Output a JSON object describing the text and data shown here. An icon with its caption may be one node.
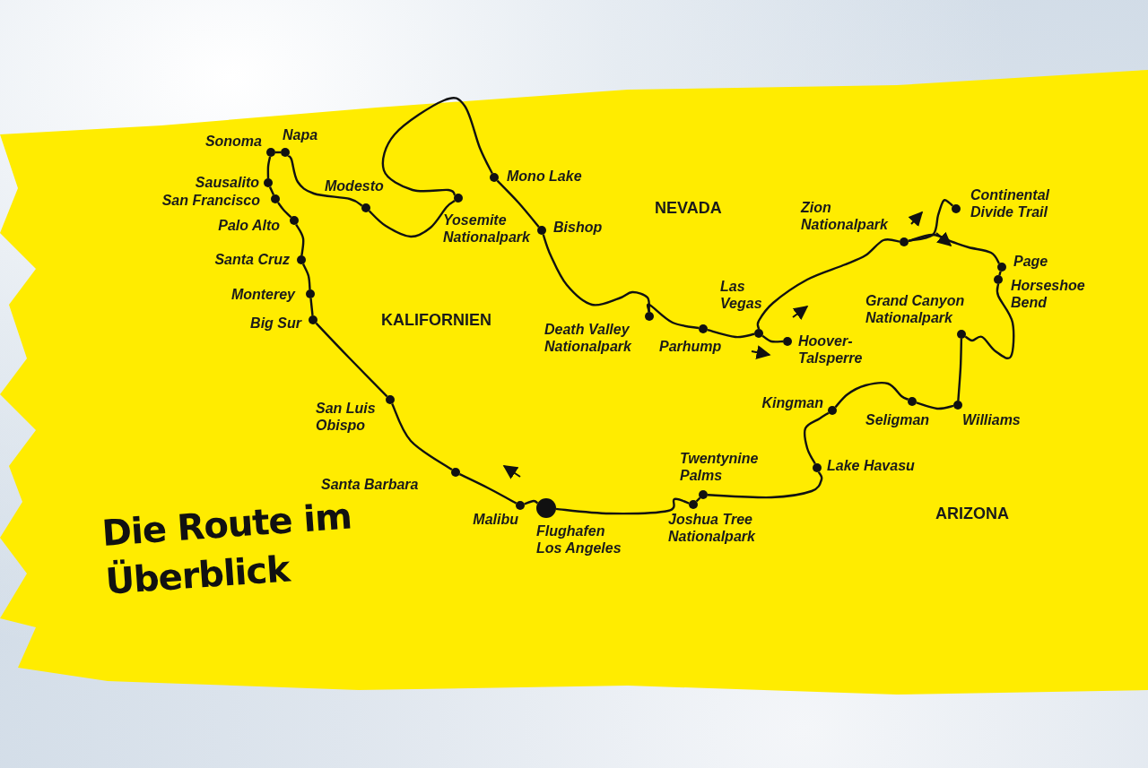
{
  "diagram": {
    "title": "Die Route im Überblick",
    "nodes": [
      {
        "text": [],
        "shape": "circle",
        "beside": [
          "Sonoma"
        ]
      },
      {
        "text": [],
        "shape": "circle",
        "beside": [
          "Napa"
        ]
      },
      {
        "text": [],
        "shape": "circle",
        "beside": [
          "Sausalito"
        ]
      },
      {
        "text": [],
        "shape": "circle",
        "beside": [
          "San Francisco"
        ]
      },
      {
        "text": [],
        "shape": "circle",
        "beside": [
          "Palo Alto"
        ]
      },
      {
        "text": [],
        "shape": "circle",
        "beside": [
          "Santa Cruz"
        ]
      },
      {
        "text": [],
        "shape": "circle",
        "beside": [
          "Monterey"
        ]
      },
      {
        "text": [],
        "shape": "circle",
        "beside": [
          "Big Sur"
        ]
      },
      {
        "text": [],
        "shape": "circle",
        "beside": [
          "San Luis Obispo"
        ]
      },
      {
        "text": [],
        "shape": "circle",
        "beside": [
          "Santa Barbara"
        ]
      },
      {
        "text": [],
        "shape": "circle",
        "beside": [
          "Malibu"
        ]
      },
      {
        "text": [],
        "shape": "circle",
        "beside": [
          "Flughafen Los Angeles"
        ]
      },
      {
        "text": [],
        "shape": "circle",
        "beside": [
          "Joshua Tree Nationalpark"
        ]
      },
      {
        "text": [],
        "shape": "circle",
        "beside": [
          "Twentynine Palms"
        ]
      },
      {
        "text": [],
        "shape": "circle",
        "beside": [
          "Lake Havasu"
        ]
      },
      {
        "text": [],
        "shape": "circle",
        "beside": [
          "Kingman"
        ]
      },
      {
        "text": [],
        "shape": "circle",
        "beside": [
          "Seligman"
        ]
      },
      {
        "text": [],
        "shape": "circle",
        "beside": [
          "Williams"
        ]
      },
      {
        "text": [],
        "shape": "circle",
        "beside": [
          "Grand Canyon Nationalpark"
        ]
      },
      {
        "text": [],
        "shape": "circle",
        "beside": [
          "Horseshoe Bend"
        ]
      },
      {
        "text": [],
        "shape": "circle",
        "beside": [
          "Page"
        ]
      },
      {
        "text": [],
        "shape": "circle",
        "beside": [
          "Continental Divide Trail"
        ]
      },
      {
        "text": [],
        "shape": "circle",
        "beside": [
          "Zion Nationalpark"
        ]
      },
      {
        "text": [],
        "shape": "circle",
        "beside": [
          "Las Vegas"
        ]
      },
      {
        "text": [],
        "shape": "circle",
        "beside": [
          "Hoover-Talsperre"
        ]
      },
      {
        "text": [],
        "shape": "circle",
        "beside": [
          "Parhump"
        ]
      },
      {
        "text": [],
        "shape": "circle",
        "beside": [
          "Death Valley Nationalpark"
        ]
      },
      {
        "text": [],
        "shape": "circle",
        "beside": [
          "Bishop"
        ]
      },
      {
        "text": [],
        "shape": "circle",
        "beside": [
          "Mono Lake"
        ]
      },
      {
        "text": [],
        "shape": "circle",
        "beside": [
          "Yosemite Nationalpark"
        ]
      },
      {
        "text": [],
        "shape": "circle",
        "beside": [
          "Modesto"
        ]
      }
    ],
    "edges": [
      {
        "from": 11,
        "to": 12,
        "arrow": "none"
      },
      {
        "from": 12,
        "to": 13,
        "arrow": "none"
      },
      {
        "from": 13,
        "to": 14,
        "arrow": "none"
      },
      {
        "from": 14,
        "to": 15,
        "arrow": "none"
      },
      {
        "from": 15,
        "to": 16,
        "arrow": "none"
      },
      {
        "from": 16,
        "to": 17,
        "arrow": "none"
      },
      {
        "from": 17,
        "to": 18,
        "arrow": "none"
      },
      {
        "from": 18,
        "to": 19,
        "arrow": "none"
      },
      {
        "from": 19,
        "to": 20,
        "arrow": "none"
      },
      {
        "from": 20,
        "to": 22,
        "arrow": "none"
      },
      {
        "from": 22,
        "to": 21,
        "arrow": "none"
      },
      {
        "from": 22,
        "to": 23,
        "arrow": "none"
      },
      {
        "from": 23,
        "to": 24,
        "arrow": "none"
      },
      {
        "from": 23,
        "to": 25,
        "arrow": "none"
      },
      {
        "from": 25,
        "to": 26,
        "arrow": "none"
      },
      {
        "from": 26,
        "to": 27,
        "arrow": "none"
      },
      {
        "from": 27,
        "to": 28,
        "arrow": "none"
      },
      {
        "from": 28,
        "to": 29,
        "arrow": "none"
      },
      {
        "from": 29,
        "to": 30,
        "arrow": "none"
      },
      {
        "from": 30,
        "to": 1,
        "arrow": "none"
      },
      {
        "from": 1,
        "to": 0,
        "arrow": "none"
      },
      {
        "from": 0,
        "to": 2,
        "arrow": "none"
      },
      {
        "from": 2,
        "to": 3,
        "arrow": "none"
      },
      {
        "from": 3,
        "to": 4,
        "arrow": "none"
      },
      {
        "from": 4,
        "to": 5,
        "arrow": "none"
      },
      {
        "from": 5,
        "to": 6,
        "arrow": "none"
      },
      {
        "from": 6,
        "to": 7,
        "arrow": "none"
      },
      {
        "from": 7,
        "to": 8,
        "arrow": "none"
      },
      {
        "from": 8,
        "to": 9,
        "arrow": "none"
      },
      {
        "from": 9,
        "to": 10,
        "arrow": "none"
      },
      {
        "from": 10,
        "to": 11,
        "arrow": "none"
      }
    ],
    "labels": [
      "NEVADA",
      "KALIFORNIEN",
      "ARIZONA"
    ]
  }
}
